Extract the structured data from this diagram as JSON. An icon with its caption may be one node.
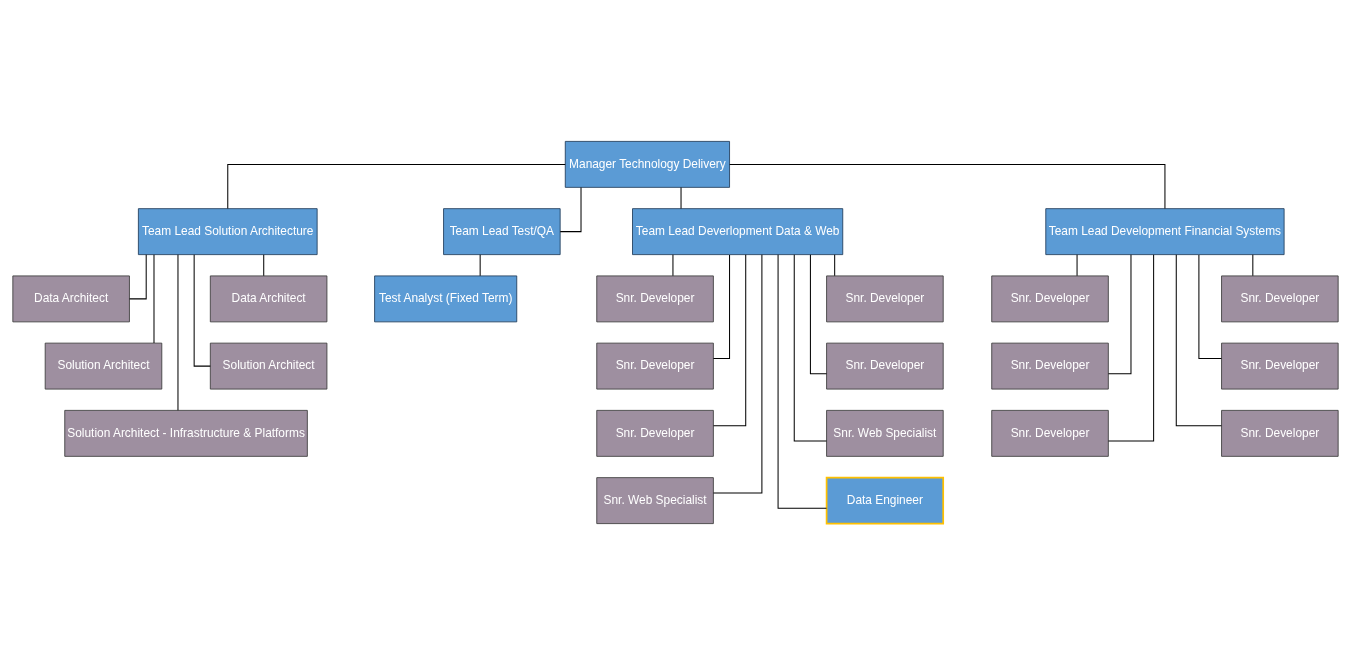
{
  "diagram": {
    "nodes": [
      {
        "text": [
          "Manager Technology Delivery"
        ]
      },
      {
        "text": [
          "Team Lead Solution Architecture"
        ]
      },
      {
        "text": [
          "Team Lead Test/QA"
        ]
      },
      {
        "text": [
          "Team Lead Deverlopment Data & Web"
        ]
      },
      {
        "text": [
          "Team Lead Development Financial Systems"
        ]
      },
      {
        "text": [
          "Data Architect"
        ]
      },
      {
        "text": [
          "Data Architect"
        ]
      },
      {
        "text": [
          "Solution Architect"
        ]
      },
      {
        "text": [
          "Solution Architect"
        ]
      },
      {
        "text": [
          "Solution Architect - Infrastructure & Platforms"
        ]
      },
      {
        "text": [
          "Test Analyst (Fixed Term)"
        ]
      },
      {
        "text": [
          "Snr. Developer"
        ]
      },
      {
        "text": [
          "Snr. Developer"
        ]
      },
      {
        "text": [
          "Snr. Developer"
        ]
      },
      {
        "text": [
          "Snr. Developer"
        ]
      },
      {
        "text": [
          "Snr. Developer"
        ]
      },
      {
        "text": [
          "Snr. Web Specialist"
        ]
      },
      {
        "text": [
          "Snr. Web Specialist"
        ]
      },
      {
        "text": [
          "Data Engineer"
        ]
      },
      {
        "text": [
          "Snr. Developer"
        ]
      },
      {
        "text": [
          "Snr. Developer"
        ]
      },
      {
        "text": [
          "Snr. Developer"
        ]
      },
      {
        "text": [
          "Snr. Developer"
        ]
      },
      {
        "text": [
          "Snr. Developer"
        ]
      },
      {
        "text": [
          "Snr. Developer"
        ]
      }
    ],
    "edges": [
      {
        "from": 0,
        "to": 1,
        "arrow": "none"
      },
      {
        "from": 0,
        "to": 2,
        "arrow": "none"
      },
      {
        "from": 0,
        "to": 3,
        "arrow": "none"
      },
      {
        "from": 0,
        "to": 4,
        "arrow": "none"
      },
      {
        "from": 1,
        "to": 5,
        "arrow": "none"
      },
      {
        "from": 1,
        "to": 6,
        "arrow": "none"
      },
      {
        "from": 1,
        "to": 7,
        "arrow": "none"
      },
      {
        "from": 1,
        "to": 8,
        "arrow": "none"
      },
      {
        "from": 1,
        "to": 9,
        "arrow": "none"
      },
      {
        "from": 2,
        "to": 10,
        "arrow": "none"
      },
      {
        "from": 3,
        "to": 11,
        "arrow": "none"
      },
      {
        "from": 3,
        "to": 12,
        "arrow": "none"
      },
      {
        "from": 3,
        "to": 13,
        "arrow": "none"
      },
      {
        "from": 3,
        "to": 14,
        "arrow": "none"
      },
      {
        "from": 3,
        "to": 15,
        "arrow": "none"
      },
      {
        "from": 3,
        "to": 16,
        "arrow": "none"
      },
      {
        "from": 3,
        "to": 17,
        "arrow": "none"
      },
      {
        "from": 3,
        "to": 18,
        "arrow": "none"
      },
      {
        "from": 4,
        "to": 19,
        "arrow": "none"
      },
      {
        "from": 4,
        "to": 20,
        "arrow": "none"
      },
      {
        "from": 4,
        "to": 21,
        "arrow": "none"
      },
      {
        "from": 4,
        "to": 22,
        "arrow": "none"
      },
      {
        "from": 4,
        "to": 23,
        "arrow": "none"
      },
      {
        "from": 4,
        "to": 24,
        "arrow": "none"
      }
    ]
  }
}
